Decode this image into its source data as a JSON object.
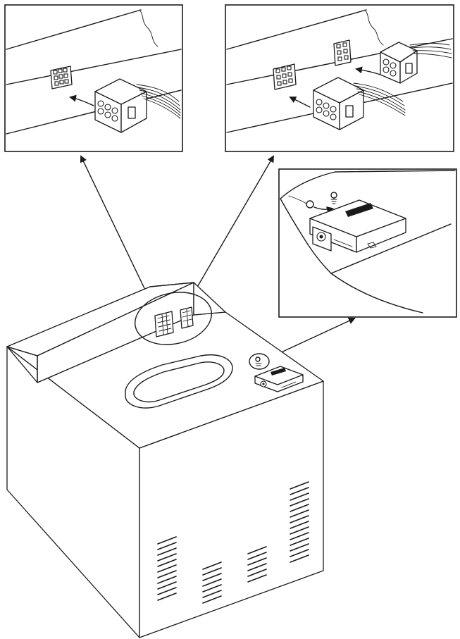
{
  "diagram": {
    "panels": [
      {
        "id": "single-connector-detail",
        "icon": "connector-8pin-icon"
      },
      {
        "id": "dual-connector-detail",
        "icon": "connector-6pin-icon"
      },
      {
        "id": "ground-terminal-detail",
        "icon": "ground-terminal-icon"
      }
    ],
    "colors": {
      "line": "#1a1a1a",
      "background": "#ffffff"
    }
  }
}
